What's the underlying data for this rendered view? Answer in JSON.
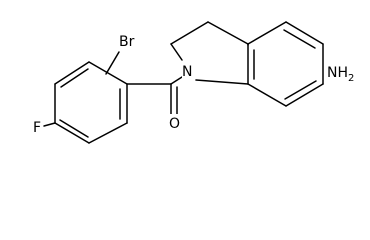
{
  "molecule": {
    "atoms": {
      "bromine": "Br",
      "fluorine": "F",
      "nitrogen": "N",
      "oxygen": "O",
      "amine": "NH",
      "amine_subscript": "2"
    }
  }
}
